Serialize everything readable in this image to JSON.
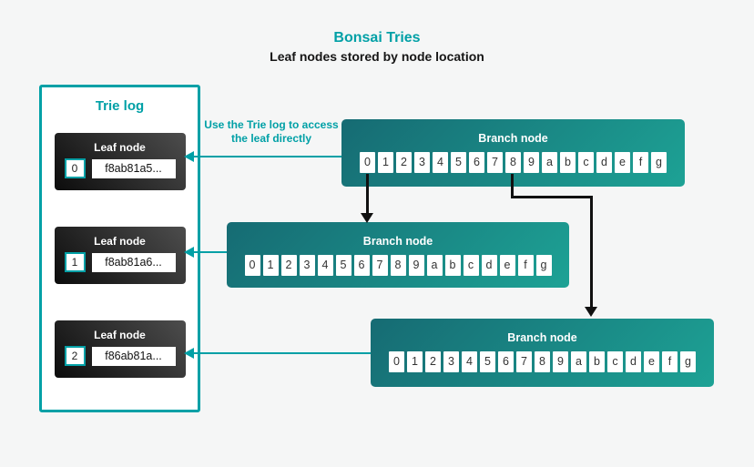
{
  "header": {
    "title": "Bonsai Tries",
    "subtitle": "Leaf nodes stored by node location"
  },
  "trie_log": {
    "title": "Trie log",
    "leaf_label": "Leaf node",
    "leaves": [
      {
        "index": "0",
        "hash": "f8ab81a5..."
      },
      {
        "index": "1",
        "hash": "f8ab81a6..."
      },
      {
        "index": "2",
        "hash": "f86ab81a..."
      }
    ]
  },
  "annotation": "Use the Trie log to access the leaf directly",
  "branch": {
    "label": "Branch node",
    "cells": [
      "0",
      "1",
      "2",
      "3",
      "4",
      "5",
      "6",
      "7",
      "8",
      "9",
      "a",
      "b",
      "c",
      "d",
      "e",
      "f",
      "g"
    ]
  },
  "colors": {
    "accent": "#00a0a6",
    "branch_start": "#166b73",
    "branch_end": "#1da295",
    "leaf_light": "#4d4d4d",
    "leaf_dark": "#0c0c0c",
    "background": "#f5f6f6",
    "connector_black": "#111111"
  }
}
